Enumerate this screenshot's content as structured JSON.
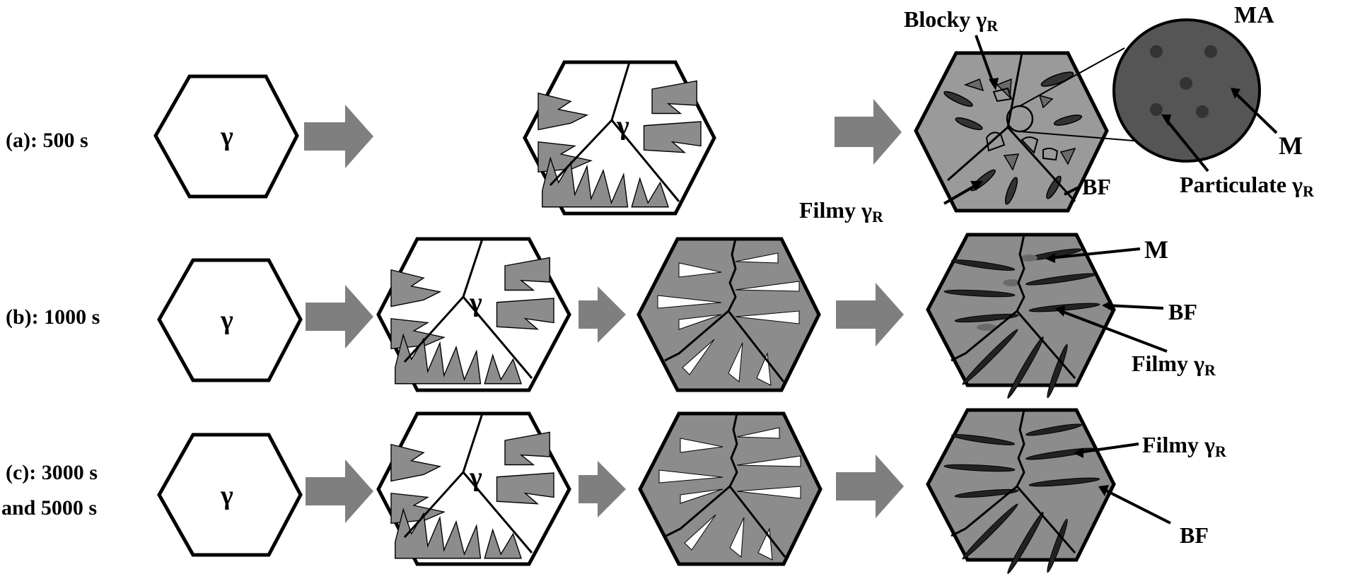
{
  "rows": [
    {
      "label_lines": [
        "(a): 500 s"
      ]
    },
    {
      "label_lines": [
        "(b): 1000 s"
      ]
    },
    {
      "label_lines": [
        "(c): 3000 s",
        "and 5000 s"
      ]
    }
  ],
  "gamma_symbol": "γ",
  "inset": {
    "title": "MA"
  },
  "annotations": {
    "a_blocky": "Blocky γ",
    "a_blocky_sub": "R",
    "a_filmy": "Filmy γ",
    "a_filmy_sub": "R",
    "a_bf": "BF",
    "a_m": "M",
    "a_particulate": "Particulate γ",
    "a_particulate_sub": "R",
    "b_m": "M",
    "b_bf": "BF",
    "b_filmy": "Filmy γ",
    "b_filmy_sub": "R",
    "c_filmy": "Filmy γ",
    "c_filmy_sub": "R",
    "c_bf": "BF"
  },
  "colors": {
    "outline": "#000000",
    "ferrite_gray": "#8c8c8c",
    "arrow_gray": "#7f7f7f",
    "ma_dark": "#555555",
    "particle": "#333333"
  }
}
